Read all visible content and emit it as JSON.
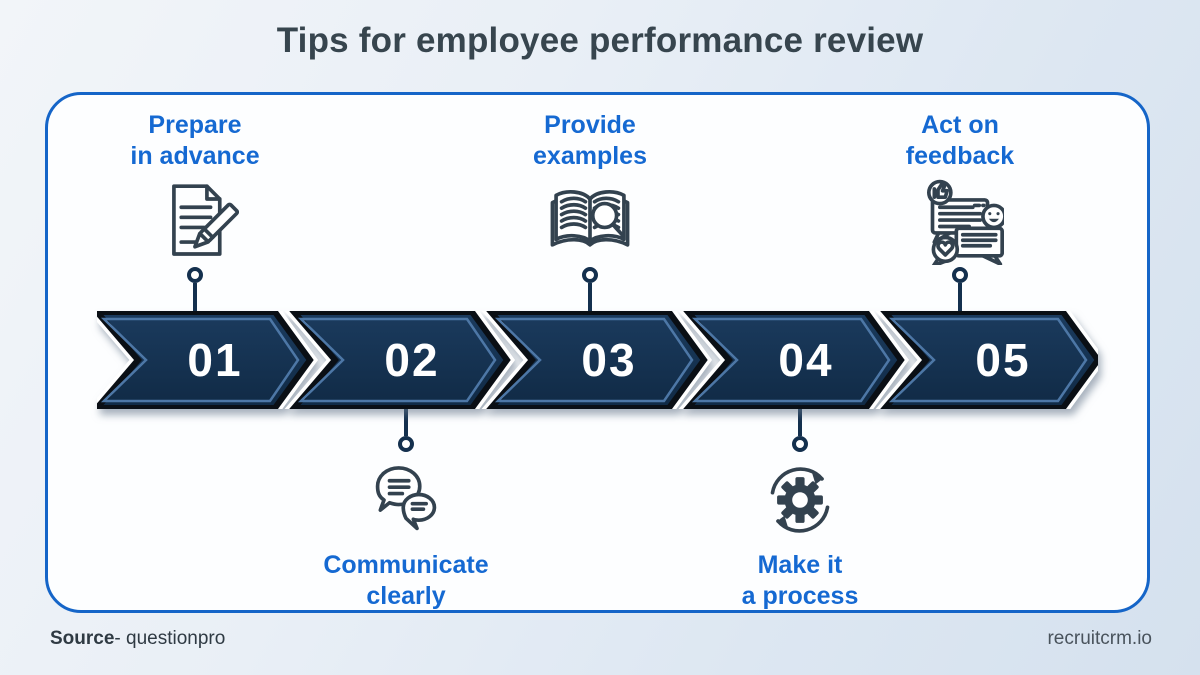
{
  "title": "Tips for employee performance review",
  "steps": [
    {
      "number": "01",
      "label_line1": "Prepare",
      "label_line2": "in advance",
      "icon": "document-pencil-icon",
      "position": "top"
    },
    {
      "number": "02",
      "label_line1": "Communicate",
      "label_line2": "clearly",
      "icon": "speech-bubbles-icon",
      "position": "bottom"
    },
    {
      "number": "03",
      "label_line1": "Provide",
      "label_line2": "examples",
      "icon": "book-magnifier-icon",
      "position": "top"
    },
    {
      "number": "04",
      "label_line1": "Make it",
      "label_line2": "a process",
      "icon": "gear-cycle-icon",
      "position": "bottom"
    },
    {
      "number": "05",
      "label_line1": "Act on",
      "label_line2": "feedback",
      "icon": "feedback-chat-icon",
      "position": "top"
    }
  ],
  "footer": {
    "source_label": "Source",
    "source_suffix": "- questionpro",
    "brand": "recruitcrm.io"
  },
  "colors": {
    "accent_blue": "#1569d2",
    "arrow_navy": "#14304e",
    "arrow_inner_stroke": "#4d77a6",
    "title_color": "#37454e",
    "panel_border": "#1565c8",
    "icon_stroke": "#33424f"
  }
}
